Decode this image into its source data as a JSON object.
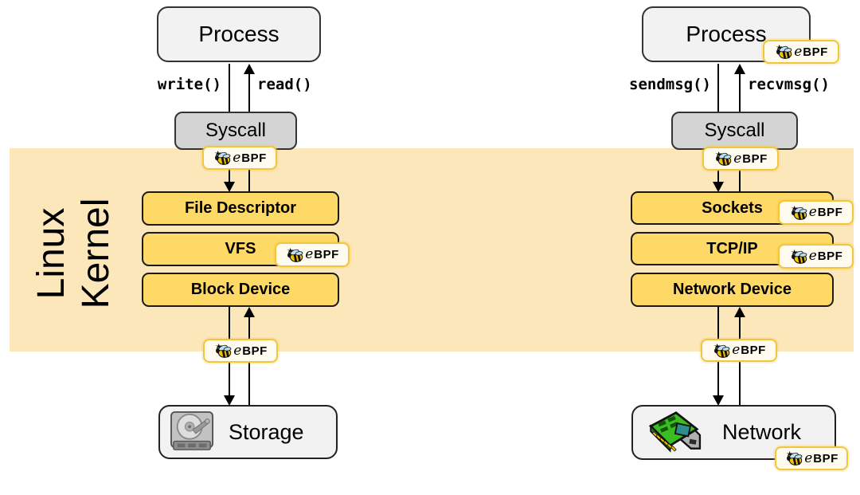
{
  "kernel": {
    "label_line1": "Linux",
    "label_line2": "Kernel"
  },
  "ebpf": {
    "e": "e",
    "bpf": "BPF",
    "icon": "bee-icon"
  },
  "left_flow": {
    "process": "Process",
    "down_call": "write()",
    "up_call": "read()",
    "syscall": "Syscall",
    "layers": [
      "File Descriptor",
      "VFS",
      "Block Device"
    ],
    "endpoint": "Storage",
    "endpoint_icon": "hard-disk-icon"
  },
  "right_flow": {
    "process": "Process",
    "down_call": "sendmsg()",
    "up_call": "recvmsg()",
    "syscall": "Syscall",
    "layers": [
      "Sockets",
      "TCP/IP",
      "Network Device"
    ],
    "endpoint": "Network",
    "endpoint_icon": "network-card-icon"
  },
  "colors": {
    "kernel_band": "#FBE7BA",
    "layer_box": "#FFD966",
    "process_box": "#F2F2F2",
    "syscall_box": "#D4D4D4",
    "badge_bg": "#FFFCEF",
    "badge_border": "#F2C53D",
    "line": "#000000"
  }
}
